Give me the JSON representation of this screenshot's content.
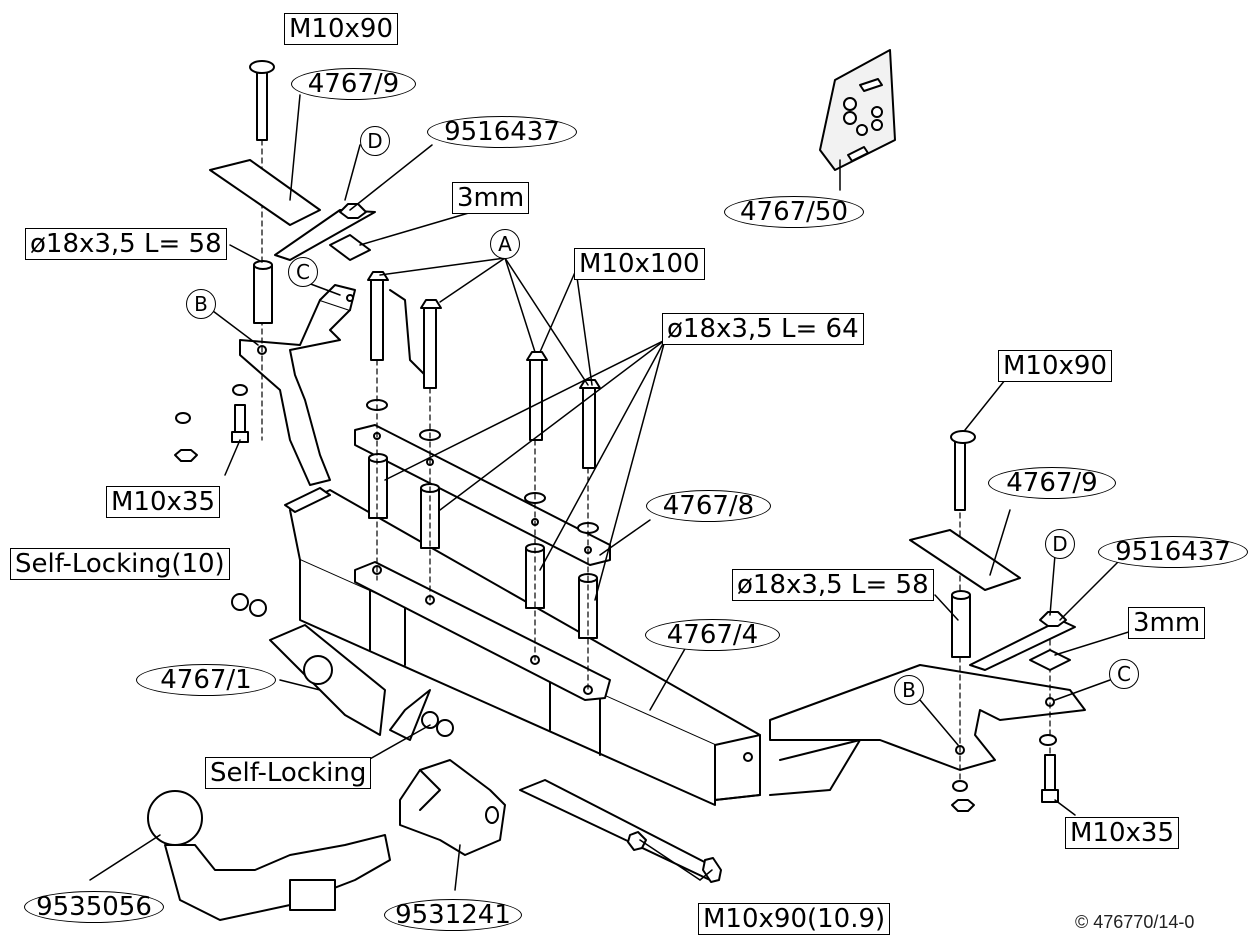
{
  "part_labels": {
    "bolt_top_left": "M10x90",
    "plate_top_left": "4767/9",
    "tag_top_left": "9516437",
    "shim_top_left": "3mm",
    "spacer_left": "ø18x3,5 L= 58",
    "bolts_middle": "M10x100",
    "spacers_middle": "ø18x3,5 L= 64",
    "kit_fixings": "4767/50",
    "bolt_small_left": "M10x35",
    "clamp_plate": "4767/8",
    "nut_self_locking_10": "Self-Locking(10)",
    "socket_plate": "4767/1",
    "nut_self_locking": "Self-Locking",
    "crossbar": "4767/4",
    "ball_neck": "9535056",
    "clamp_block": "9531241",
    "bolt_high_tensile": "M10x90(10.9)",
    "bolt_top_right": "M10x90",
    "plate_top_right": "4767/9",
    "tag_top_right": "9516437",
    "shim_top_right": "3mm",
    "spacer_right": "ø18x3,5 L= 58",
    "bolt_small_right": "M10x35"
  },
  "point_markers": {
    "A": "A",
    "B_left": "B",
    "C_left": "C",
    "D_left": "D",
    "B_right": "B",
    "C_right": "C",
    "D_right": "D"
  },
  "copyright": "© 476770/14-0"
}
